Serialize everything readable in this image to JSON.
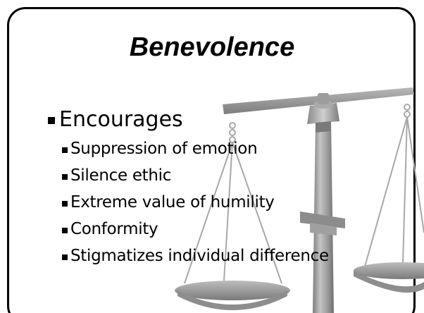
{
  "slide": {
    "title": "Benevolence",
    "bullets": [
      {
        "level": 1,
        "text": "Encourages"
      },
      {
        "level": 2,
        "text": "Suppression of emotion"
      },
      {
        "level": 2,
        "text": "Silence ethic"
      },
      {
        "level": 2,
        "text": "Extreme value of humility"
      },
      {
        "level": 2,
        "text": "Conformity"
      },
      {
        "level": 2,
        "text": "Stigmatizes individual difference"
      }
    ]
  },
  "colors": {
    "frame": "#000000",
    "text": "#000000",
    "scale_gray": "#9a9a9a"
  },
  "icons": {
    "background_image": "balance-scale-icon"
  }
}
